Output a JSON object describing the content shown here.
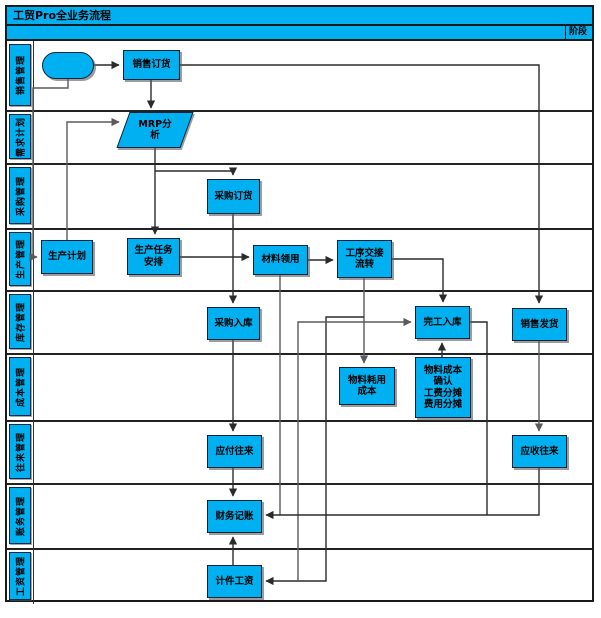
{
  "title": "工贸Pro全业务流程",
  "stage_label": "阶段",
  "colors": {
    "accent": "#00B0F0",
    "line_dark": "#2b2b2b",
    "line_gray": "#6e6e6e",
    "border": "#1a1a1a"
  },
  "lanes": [
    {
      "label": "销售管理"
    },
    {
      "label": "需求计划"
    },
    {
      "label": "采购管理"
    },
    {
      "label": "生产管理"
    },
    {
      "label": "库存管理"
    },
    {
      "label": "成本管理"
    },
    {
      "label": "往来管理"
    },
    {
      "label": "账务管理"
    },
    {
      "label": "工资管理"
    }
  ],
  "nodes": {
    "start": {
      "label": "",
      "shape": "stadium"
    },
    "sales_order": {
      "label": "销售订货"
    },
    "mrp": {
      "label": "MRP分\n析"
    },
    "purchase_order": {
      "label": "采购订货"
    },
    "production_plan": {
      "label": "生产计划"
    },
    "production_task": {
      "label": "生产任务\n安排"
    },
    "material_requisition": {
      "label": "材料领用"
    },
    "process_handover": {
      "label": "工序交接\n流转"
    },
    "purchase_receipt": {
      "label": "采购入库"
    },
    "completion_receipt": {
      "label": "完工入库"
    },
    "sales_delivery": {
      "label": "销售发货"
    },
    "material_cost": {
      "label": "物料耗用\n成本"
    },
    "cost_confirmation": {
      "label": "物料成本\n确认\n工费分摊\n费用分摊"
    },
    "accounts_payable": {
      "label": "应付往来"
    },
    "accounts_receivable": {
      "label": "应收往来"
    },
    "bookkeeping": {
      "label": "财务记账"
    },
    "piece_wage": {
      "label": "计件工资"
    }
  }
}
